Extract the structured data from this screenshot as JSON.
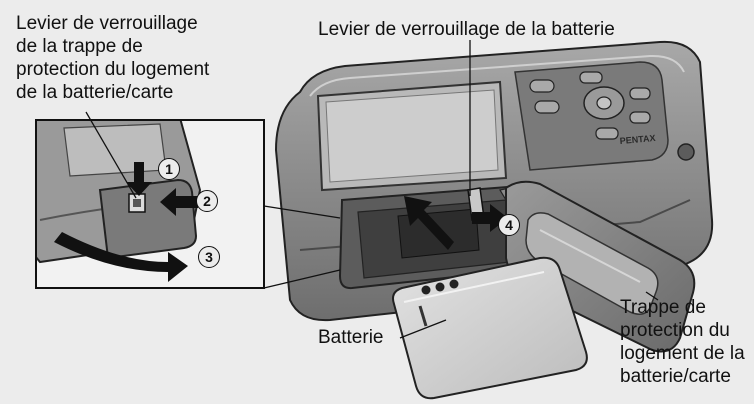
{
  "labels": {
    "lock_lever_door": [
      "Levier de verrouillage",
      "de la trappe de",
      "protection du logement",
      "de la batterie/carte"
    ],
    "battery_lock_lever": "Levier de verrouillage de la batterie",
    "battery": "Batterie",
    "cover": [
      "Trappe de",
      "protection du",
      "logement de la",
      "batterie/carte"
    ]
  },
  "steps": [
    "1",
    "2",
    "3",
    "4"
  ],
  "camera_brand": "PENTAX",
  "colors": {
    "background": "#ececec",
    "line": "#111111",
    "camera_body": "#8d8d8d",
    "camera_dark": "#5c5c5c",
    "screen": "#b9b9b9",
    "battery": "#d2d2d2",
    "arrow": "#111111"
  }
}
